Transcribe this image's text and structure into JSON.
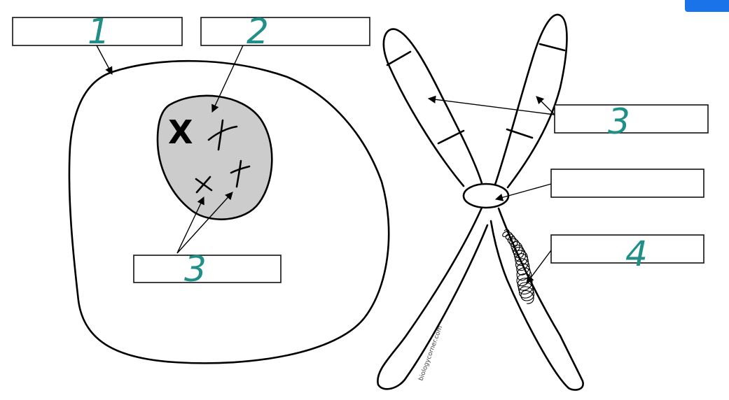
{
  "labels": {
    "box1": "1",
    "box2": "2",
    "box3_cell": "3",
    "box3_chromosome": "3",
    "box_centromere": "",
    "box4": "4"
  },
  "watermark": "biologycorner.com",
  "colors": {
    "handwriting": "#1f8f88",
    "nucleus_fill": "#cccccc",
    "corner_button": "#1a73e8"
  }
}
